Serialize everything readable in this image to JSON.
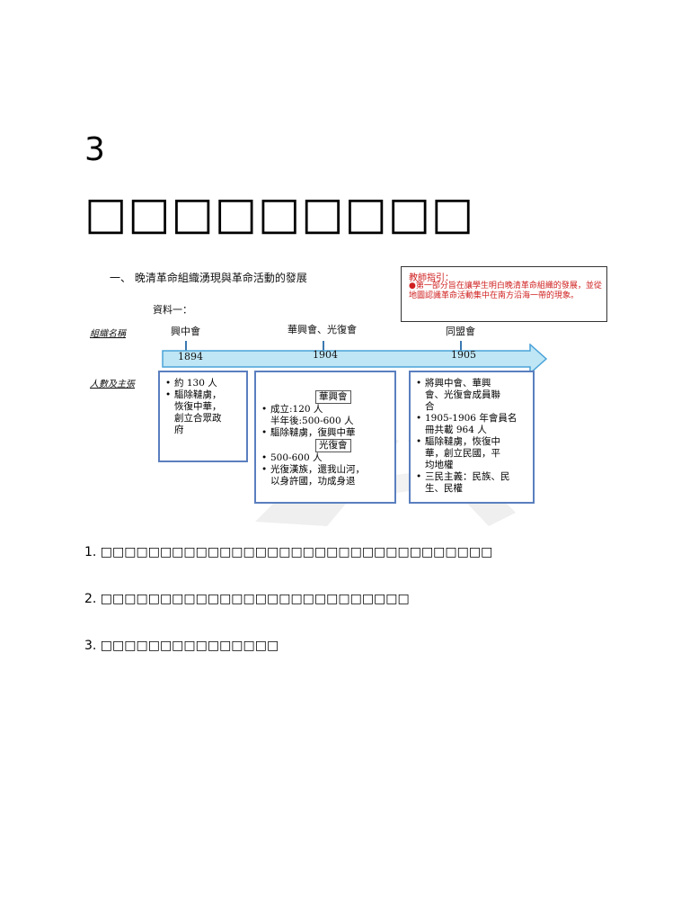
{
  "page_number": "3",
  "heading": "□□□□□□□□□",
  "figure": {
    "section_title": "一、 晚清革命組織湧現與革命活動的發展",
    "source_label": "資料一：",
    "row_labels": {
      "org_name": "組織名稱",
      "members_aims": "人數及主張"
    },
    "teacher_note": {
      "title": "教師指引：",
      "body": "●第一部分旨在讓學生明白晚清革命組織的發展，並從地圖認識革命活動集中在南方沿海一帶的現象。"
    },
    "timeline": [
      {
        "org": "興中會",
        "year": "1894"
      },
      {
        "org": "華興會、光復會",
        "year": "1904"
      },
      {
        "org": "同盟會",
        "year": "1905"
      }
    ],
    "boxes": {
      "box1": [
        "約 130 人",
        "驅除韃虜，",
        "恢復中華，",
        "創立合眾政",
        "府"
      ],
      "box2": {
        "header1": "華興會",
        "lines1": [
          "成立:120 人",
          "半年後:500-600 人",
          "驅除韃虜，復興中華"
        ],
        "header2": "光復會",
        "lines2": [
          "500-600 人",
          "光復漢族，還我山河，",
          "以身許國，功成身退"
        ]
      },
      "box3": [
        "將興中會、華興",
        "會、光復會成員聯",
        "合",
        "1905-1906 年會員名",
        "冊共載 964 人",
        "驅除韃虜，恢復中",
        "華，創立民國，平",
        "均地權",
        "三民主義：民族、民",
        "生、民權"
      ]
    }
  },
  "questions": [
    "1. □□□□□□□□□□□□□□□□□□□□□□□□□□□□□□□□□",
    "2. □□□□□□□□□□□□□□□□□□□□□□□□□□",
    "3.  □□□□□□□□□□□□□□□"
  ],
  "colors": {
    "arrow_fill": "#bfe6f5",
    "arrow_stroke": "#4aa3d8",
    "box_border": "#5a7fbf",
    "note_text": "#d02020"
  }
}
